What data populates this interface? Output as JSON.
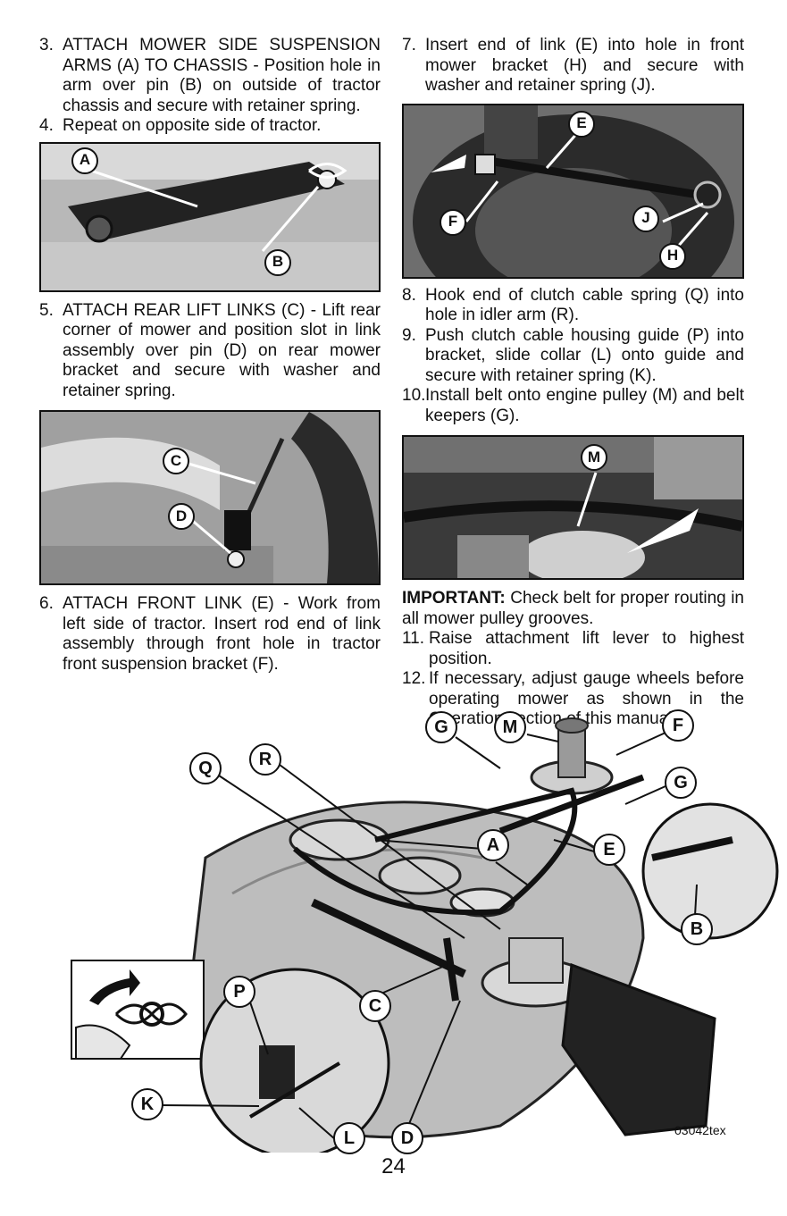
{
  "left": {
    "step3": {
      "num": "3.",
      "text": "ATTACH MOWER SIDE SUSPENSION ARMS (A) TO CHASSIS - Position hole in arm over pin (B) on outside of tractor chassis and secure with retainer spring."
    },
    "step4": {
      "num": "4.",
      "text": "Repeat on opposite side of tractor."
    },
    "fig1": {
      "labels": [
        "A",
        "B"
      ]
    },
    "step5": {
      "num": "5.",
      "text": "ATTACH REAR LIFT LINKS (C) - Lift rear corner of mower and position slot in link assembly over pin (D) on rear mower bracket and secure with washer and retainer spring."
    },
    "fig2": {
      "labels": [
        "C",
        "D"
      ]
    },
    "step6": {
      "num": "6.",
      "text": "ATTACH FRONT LINK (E) - Work from left side of tractor. Insert rod end of link assembly through front hole in tractor front suspension bracket (F)."
    }
  },
  "right": {
    "step7": {
      "num": "7.",
      "text": "Insert end of link (E) into hole in front mower bracket (H) and secure with washer and retainer spring (J)."
    },
    "fig3": {
      "labels": [
        "E",
        "F",
        "J",
        "H"
      ]
    },
    "step8": {
      "num": "8.",
      "text": "Hook end of clutch cable spring (Q) into hole in idler arm (R)."
    },
    "step9": {
      "num": "9.",
      "text": "Push clutch cable housing guide (P) into bracket, slide collar (L) onto guide and secure with retainer spring (K)."
    },
    "step10": {
      "num": "10.",
      "text": "Install belt onto engine pulley (M) and belt keepers (G)."
    },
    "fig4": {
      "labels": [
        "M"
      ]
    },
    "important_label": "IMPORTANT:",
    "important_text": "Check belt for proper routing in all mower pulley grooves.",
    "step11": {
      "num": "11.",
      "text": "Raise attachment lift lever to highest position."
    },
    "step12": {
      "num": "12.",
      "text": "If necessary, adjust gauge wheels before operating mower as shown in the Operation section of this manual."
    }
  },
  "diagram": {
    "labels": [
      "G",
      "M",
      "F",
      "Q",
      "R",
      "G",
      "A",
      "E",
      "B",
      "P",
      "C",
      "K",
      "L",
      "D"
    ],
    "code": "03042tex"
  },
  "page_number": "24"
}
